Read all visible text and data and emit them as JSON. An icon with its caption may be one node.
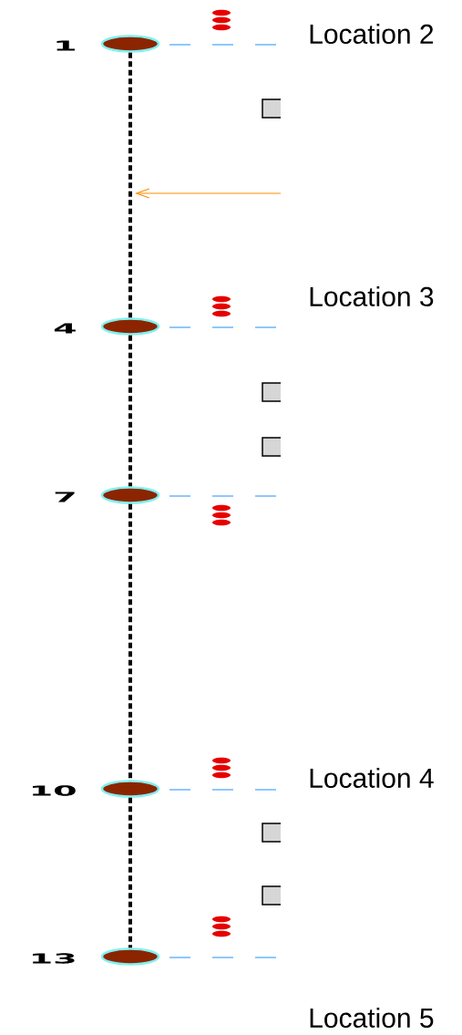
{
  "diagram": {
    "nodes": [
      {
        "text": [],
        "shape": "ellipse",
        "beside": [
          "1"
        ]
      },
      {
        "text": [],
        "shape": "ellipse",
        "beside": [
          "4"
        ]
      },
      {
        "text": [],
        "shape": "ellipse",
        "beside": [
          "7"
        ]
      },
      {
        "text": [],
        "shape": "ellipse",
        "beside": [
          "10"
        ]
      },
      {
        "text": [],
        "shape": "ellipse",
        "beside": [
          "13"
        ]
      }
    ],
    "edges": [
      {
        "from": 0,
        "to": 1,
        "arrow": "none",
        "style": "dashed"
      },
      {
        "from": 1,
        "to": 2,
        "arrow": "none",
        "style": "dashed"
      },
      {
        "from": 2,
        "to": 3,
        "arrow": "none",
        "style": "dashed"
      },
      {
        "from": 3,
        "to": 4,
        "arrow": "none",
        "style": "dashed"
      }
    ],
    "labels": [
      "Location 2",
      "Location 3",
      "Location 4",
      "Location 5"
    ]
  }
}
